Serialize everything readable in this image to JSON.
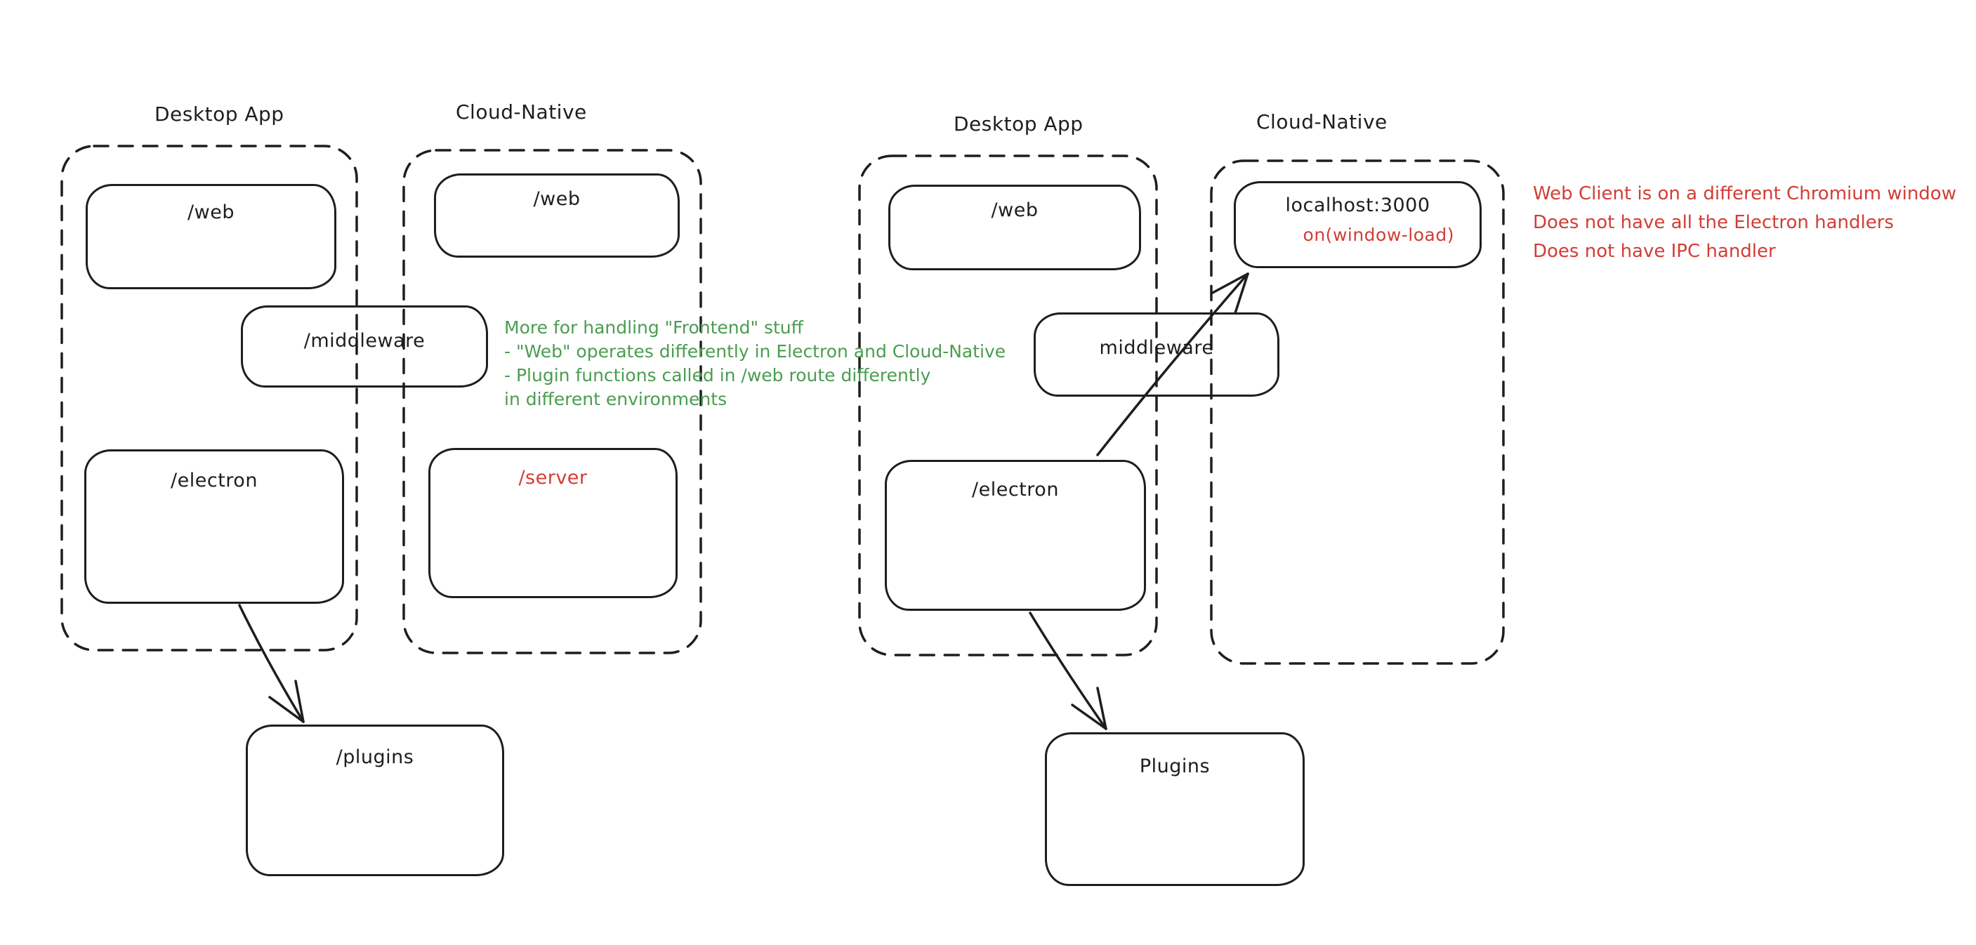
{
  "colors": {
    "ink": "#1e1e1e",
    "green": "#4a9d51",
    "red": "#d23d36",
    "background": "#ffffff"
  },
  "left_diagram": {
    "desktop": {
      "title": "Desktop App",
      "web": "/web",
      "electron": "/electron"
    },
    "cloud": {
      "title": "Cloud-Native",
      "web": "/web",
      "server": "/server"
    },
    "middleware": "/middleware",
    "plugins": "/plugins",
    "annotation": {
      "line1": "More for handling \"Frontend\" stuff",
      "line2": "- \"Web\" operates differently in Electron and Cloud-Native",
      "line3": "- Plugin functions called in /web route differently",
      "line4": "in different environments"
    }
  },
  "right_diagram": {
    "desktop": {
      "title": "Desktop App",
      "web": "/web",
      "electron": "/electron"
    },
    "cloud": {
      "title": "Cloud-Native",
      "localhost": "localhost:3000",
      "window_load": "on(window-load)"
    },
    "middleware": "middleware",
    "plugins": "Plugins",
    "annotation": {
      "line1": "Web Client is on a different Chromium window",
      "line2": "Does not have all the Electron handlers",
      "line3": "Does not have IPC handler"
    }
  }
}
